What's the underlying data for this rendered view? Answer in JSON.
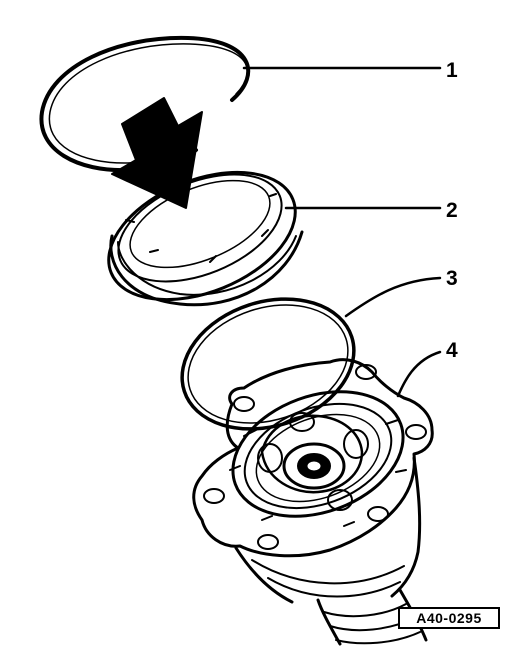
{
  "callouts": [
    "1",
    "2",
    "3",
    "4"
  ],
  "figure_code": "A40-0295",
  "colors": {
    "line": "#000000",
    "background": "#ffffff"
  },
  "icons": [
    "direction-arrow-icon"
  ]
}
